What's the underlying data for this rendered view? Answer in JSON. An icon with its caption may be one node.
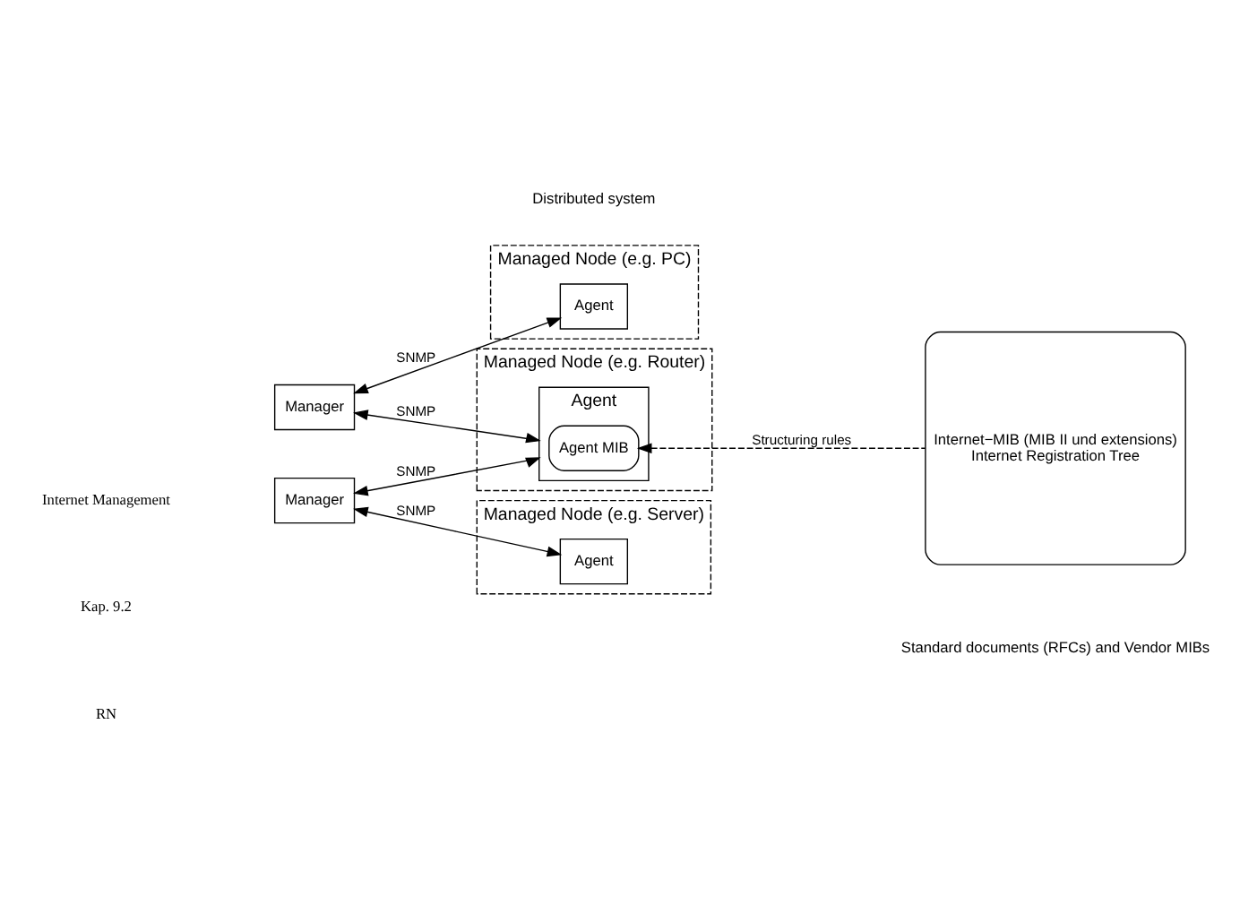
{
  "diagram": {
    "nodes": [
      {
        "text": [
          "Manager"
        ]
      },
      {
        "text": [
          "Managed Node (e.g. Server)"
        ]
      },
      {
        "text": [
          "Agent"
        ],
        "in": 1
      },
      {
        "text": [
          "Managed Node (e.g. Router)"
        ]
      },
      {
        "text": [
          "Agent"
        ],
        "in": 3
      },
      {
        "text": [
          "Agent MIB"
        ],
        "in": 4
      },
      {
        "text": [
          "Manager"
        ]
      },
      {
        "text": [
          "Managed Node (e.g. PC)"
        ]
      },
      {
        "text": [
          "Agent"
        ],
        "in": 7
      },
      {
        "text": [
          "Internet−MIB (MIB II und extensions)",
          "Internet Registration Tree"
        ]
      }
    ],
    "edges": [
      {
        "from": 0,
        "to": 2,
        "arrow": "both",
        "label": "SNMP"
      },
      {
        "from": 0,
        "to": 4,
        "arrow": "both",
        "label": "SNMP"
      },
      {
        "from": 6,
        "to": 4,
        "arrow": "both",
        "label": "SNMP"
      },
      {
        "from": 6,
        "to": 8,
        "arrow": "both",
        "label": "SNMP"
      },
      {
        "from": 9,
        "to": 5,
        "arrow": "to",
        "label": "Structuring rules",
        "style": "dashed"
      }
    ],
    "labels": [
      "Internet Management",
      "Kap. 9.2",
      "RN",
      "Distributed system",
      "Standard documents (RFCs) and Vendor MIBs"
    ]
  }
}
